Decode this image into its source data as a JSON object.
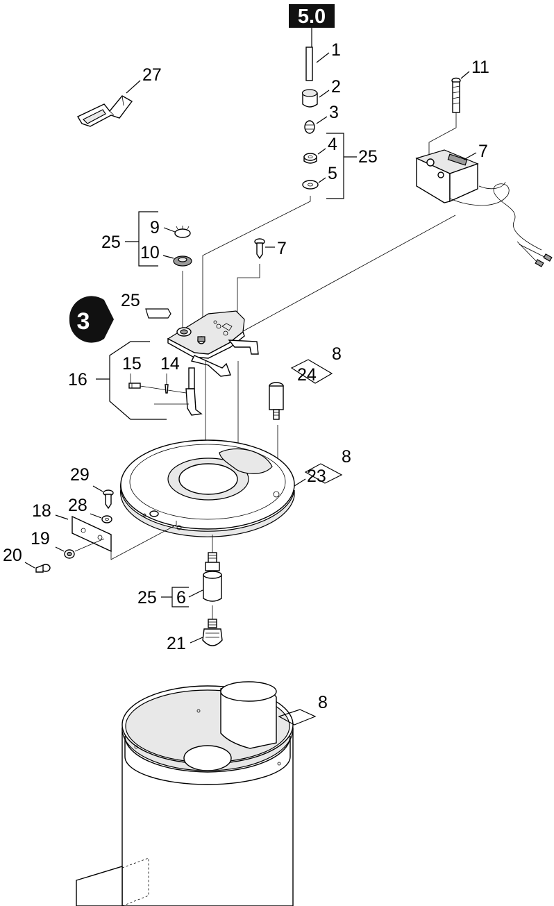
{
  "badge": "5.0",
  "section_marker": "3",
  "callouts": {
    "c1": "1",
    "c2": "2",
    "c3": "3",
    "c4": "4",
    "c5": "5",
    "c25_top": "25",
    "c11": "11",
    "c7_top": "7",
    "c27": "27",
    "c9": "9",
    "c10": "10",
    "c25_left": "25",
    "c7_mid": "7",
    "c25_arrow": "25",
    "c16": "16",
    "c15": "15",
    "c14": "14",
    "c8_a": "8",
    "c24": "24",
    "c8_b": "8",
    "c23": "23",
    "c29": "29",
    "c28": "28",
    "c18": "18",
    "c19": "19",
    "c20": "20",
    "c25_low": "25",
    "c6": "6",
    "c21": "21",
    "c8_c": "8"
  },
  "colors": {
    "ink": "#000000",
    "paper": "#ffffff",
    "badge_bg": "#111111",
    "badge_fg": "#ffffff"
  }
}
